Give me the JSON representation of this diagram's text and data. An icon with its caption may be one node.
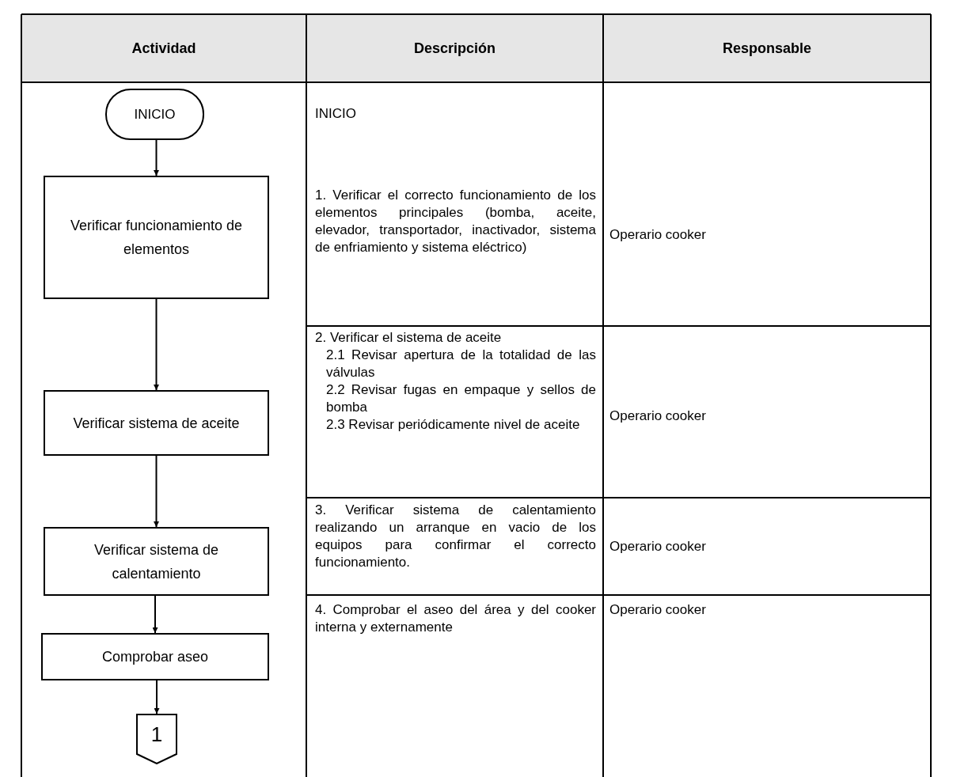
{
  "diagram": {
    "nodes": [
      {
        "text": [
          "INICIO"
        ]
      },
      {
        "text": [
          "Verificar funcionamiento de elementos"
        ]
      },
      {
        "text": [
          "Verificar sistema de aceite"
        ]
      },
      {
        "text": [
          "Verificar sistema de calentamiento"
        ]
      },
      {
        "text": [
          "Comprobar aseo"
        ]
      },
      {
        "text": [
          "1"
        ]
      }
    ],
    "edges": [
      {
        "from": 0,
        "to": 1,
        "arrow": "to"
      },
      {
        "from": 1,
        "to": 2,
        "arrow": "to"
      },
      {
        "from": 2,
        "to": 3,
        "arrow": "to"
      },
      {
        "from": 3,
        "to": 4,
        "arrow": "to"
      },
      {
        "from": 4,
        "to": 5,
        "arrow": "to"
      }
    ],
    "labels": [
      "Actividad",
      "Descripción",
      "Responsable",
      "INICIO",
      "1. Verificar el correcto funcionamiento de los elementos principales (bomba, aceite, elevador, transportador, inactivador, sistema de enfriamiento y sistema eléctrico)",
      "Operario cooker",
      "2. Verificar el sistema de aceite",
      "2.1 Revisar apertura de la totalidad de las válvulas",
      "2.2 Revisar fugas en empaque y sellos de bomba",
      "2.3 Revisar periódicamente nivel de aceite",
      "Operario cooker",
      "3. Verificar sistema de calentamiento realizando un arranque en vacio de los equipos para confirmar el correcto funcionamiento.",
      "Operario cooker",
      "4. Comprobar el aseo del área y del cooker interna y externamente",
      "Operario cooker"
    ]
  }
}
